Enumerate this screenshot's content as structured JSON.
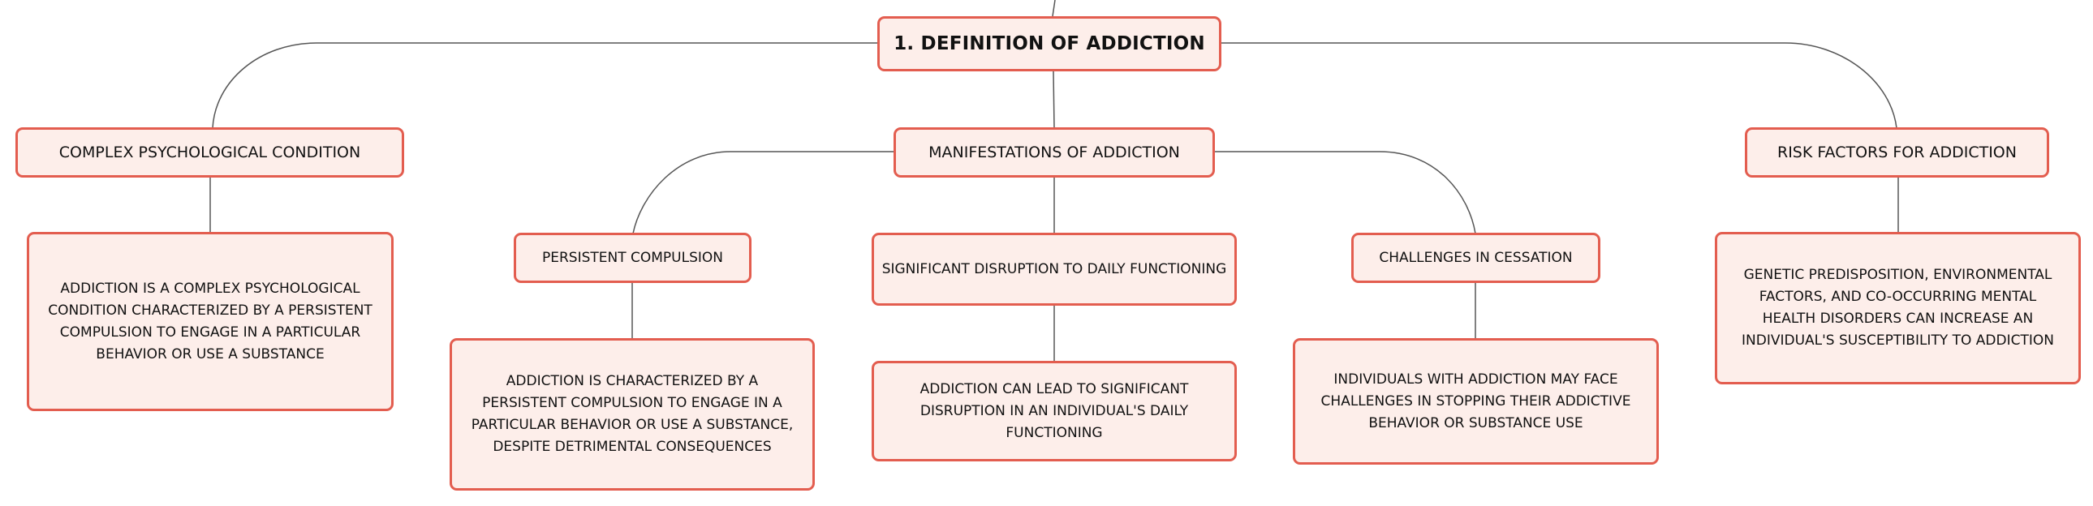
{
  "root": {
    "label": "1. DEFINITION OF ADDICTION"
  },
  "branches": [
    {
      "label": "COMPLEX PSYCHOLOGICAL CONDITION",
      "details": [
        "ADDICTION IS A COMPLEX PSYCHOLOGICAL CONDITION CHARACTERIZED BY A PERSISTENT COMPULSION TO ENGAGE IN A PARTICULAR BEHAVIOR OR USE A SUBSTANCE"
      ]
    },
    {
      "label": "MANIFESTATIONS OF ADDICTION",
      "children": [
        {
          "label": "PERSISTENT COMPULSION",
          "details": [
            "ADDICTION IS CHARACTERIZED BY A PERSISTENT COMPULSION TO ENGAGE IN A PARTICULAR BEHAVIOR OR USE A SUBSTANCE, DESPITE DETRIMENTAL CONSEQUENCES"
          ]
        },
        {
          "label": "SIGNIFICANT DISRUPTION TO DAILY FUNCTIONING",
          "details": [
            "ADDICTION CAN LEAD TO SIGNIFICANT DISRUPTION IN AN INDIVIDUAL'S DAILY FUNCTIONING"
          ]
        },
        {
          "label": "CHALLENGES IN CESSATION",
          "details": [
            "INDIVIDUALS WITH ADDICTION MAY FACE CHALLENGES IN STOPPING THEIR ADDICTIVE BEHAVIOR OR SUBSTANCE USE"
          ]
        }
      ]
    },
    {
      "label": "RISK FACTORS FOR ADDICTION",
      "details": [
        "GENETIC PREDISPOSITION, ENVIRONMENTAL FACTORS, AND CO-OCCURRING MENTAL HEALTH DISORDERS CAN INCREASE AN INDIVIDUAL'S SUSCEPTIBILITY TO ADDICTION"
      ]
    }
  ],
  "colors": {
    "node_fill": "#fdeeea",
    "node_border": "#e35d4f",
    "connector": "#555555"
  }
}
